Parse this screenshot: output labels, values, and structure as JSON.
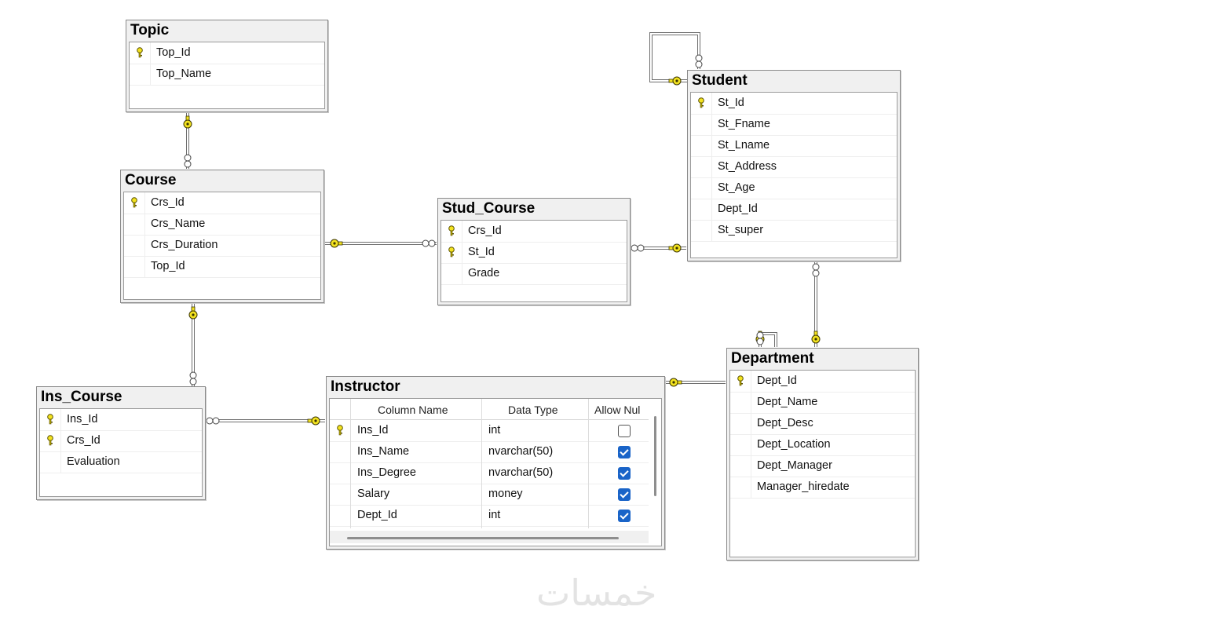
{
  "tables": {
    "topic": {
      "title": "Topic",
      "columns": [
        {
          "name": "Top_Id",
          "pk": true
        },
        {
          "name": "Top_Name",
          "pk": false
        }
      ]
    },
    "course": {
      "title": "Course",
      "columns": [
        {
          "name": "Crs_Id",
          "pk": true
        },
        {
          "name": "Crs_Name",
          "pk": false
        },
        {
          "name": "Crs_Duration",
          "pk": false
        },
        {
          "name": "Top_Id",
          "pk": false
        }
      ]
    },
    "stud_course": {
      "title": "Stud_Course",
      "columns": [
        {
          "name": "Crs_Id",
          "pk": true
        },
        {
          "name": "St_Id",
          "pk": true
        },
        {
          "name": "Grade",
          "pk": false
        }
      ]
    },
    "student": {
      "title": "Student",
      "columns": [
        {
          "name": "St_Id",
          "pk": true
        },
        {
          "name": "St_Fname",
          "pk": false
        },
        {
          "name": "St_Lname",
          "pk": false
        },
        {
          "name": "St_Address",
          "pk": false
        },
        {
          "name": "St_Age",
          "pk": false
        },
        {
          "name": "Dept_Id",
          "pk": false
        },
        {
          "name": "St_super",
          "pk": false
        }
      ]
    },
    "ins_course": {
      "title": "Ins_Course",
      "columns": [
        {
          "name": "Ins_Id",
          "pk": true
        },
        {
          "name": "Crs_Id",
          "pk": true
        },
        {
          "name": "Evaluation",
          "pk": false
        }
      ]
    },
    "department": {
      "title": "Department",
      "columns": [
        {
          "name": "Dept_Id",
          "pk": true
        },
        {
          "name": "Dept_Name",
          "pk": false
        },
        {
          "name": "Dept_Desc",
          "pk": false
        },
        {
          "name": "Dept_Location",
          "pk": false
        },
        {
          "name": "Dept_Manager",
          "pk": false
        },
        {
          "name": "Manager_hiredate",
          "pk": false
        }
      ]
    },
    "instructor": {
      "title": "Instructor",
      "headers": {
        "column_name": "Column Name",
        "data_type": "Data Type",
        "allow_nulls": "Allow Nul"
      },
      "columns": [
        {
          "name": "Ins_Id",
          "type": "int",
          "nulls": false,
          "pk": true
        },
        {
          "name": "Ins_Name",
          "type": "nvarchar(50)",
          "nulls": true,
          "pk": false
        },
        {
          "name": "Ins_Degree",
          "type": "nvarchar(50)",
          "nulls": true,
          "pk": false
        },
        {
          "name": "Salary",
          "type": "money",
          "nulls": true,
          "pk": false
        },
        {
          "name": "Dept_Id",
          "type": "int",
          "nulls": true,
          "pk": false
        }
      ]
    }
  },
  "watermark": "خمسات",
  "colors": {
    "key": "#f3e320",
    "line": "#707070",
    "check": "#1a64c8"
  }
}
